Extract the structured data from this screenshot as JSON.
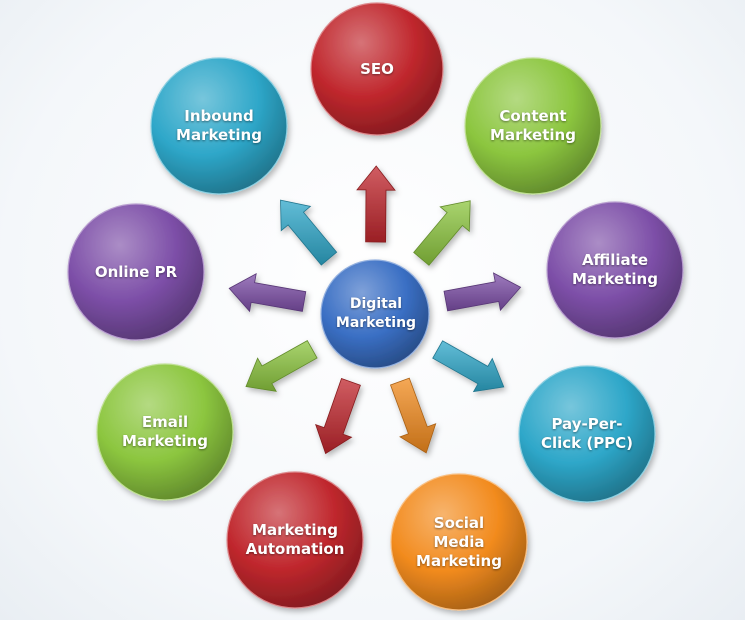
{
  "center": {
    "label": "Digital\nMarketing",
    "color": "#3a6fc4"
  },
  "nodes": [
    {
      "id": "seo",
      "label": "SEO",
      "color": "#c0272d",
      "icon": "node-seo"
    },
    {
      "id": "content-marketing",
      "label": "Content\nMarketing",
      "color": "#8cc63f",
      "icon": "node-content"
    },
    {
      "id": "affiliate-marketing",
      "label": "Affiliate\nMarketing",
      "color": "#7d4fa8",
      "icon": "node-affiliate"
    },
    {
      "id": "pay-per-click",
      "label": "Pay-Per-\nClick (PPC)",
      "color": "#2ea7c9",
      "icon": "node-ppc"
    },
    {
      "id": "social-media-marketing",
      "label": "Social\nMedia\nMarketing",
      "color": "#f28b1e",
      "icon": "node-social"
    },
    {
      "id": "marketing-automation",
      "label": "Marketing\nAutomation",
      "color": "#c0272d",
      "icon": "node-automation"
    },
    {
      "id": "email-marketing",
      "label": "Email\nMarketing",
      "color": "#8cc63f",
      "icon": "node-email"
    },
    {
      "id": "online-pr",
      "label": "Online PR",
      "color": "#7d4fa8",
      "icon": "node-pr"
    },
    {
      "id": "inbound-marketing",
      "label": "Inbound\nMarketing",
      "color": "#2ea7c9",
      "icon": "node-inbound"
    }
  ]
}
